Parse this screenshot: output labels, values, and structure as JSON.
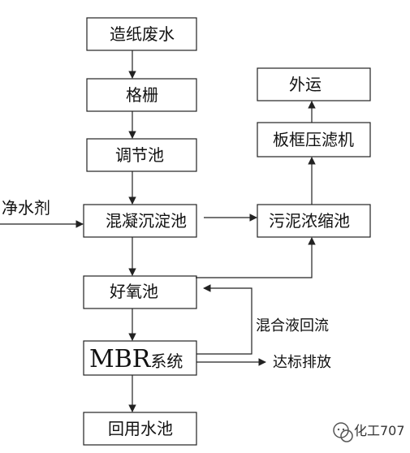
{
  "nodes": {
    "paper_wastewater": "造纸废水",
    "grid": "格栅",
    "regulating_pool": "调节池",
    "coagulation_sedimentation": "混凝沉淀池",
    "aerobic_pool": "好氧池",
    "mbr_prefix": "MBR",
    "mbr_suffix": "系统",
    "reuse_pool": "回用水池",
    "sludge_thickener": "污泥浓缩池",
    "filter_press": "板框压滤机",
    "outward_transport": "外运"
  },
  "edges": {
    "water_purifying_agent": "净水剂",
    "mixed_liquor_return": "混合液回流",
    "discharge_up_to_standard": "达标排放"
  },
  "watermark": {
    "text": "化工707",
    "icon": "wechat-icon"
  }
}
